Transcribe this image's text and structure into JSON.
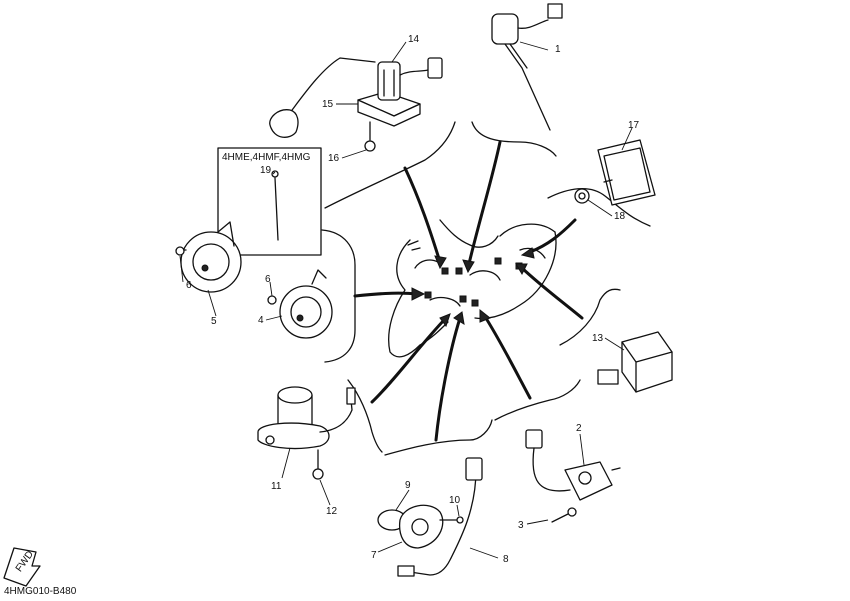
{
  "drawing_code": "4HMG010-B480",
  "variant_box_label": "4HME,4HMF,4HMG",
  "fwd_label": "FWD",
  "callouts": {
    "c1": "1",
    "c2": "2",
    "c3": "3",
    "c4": "4",
    "c5": "5",
    "c6a": "6",
    "c6b": "6",
    "c7": "7",
    "c8": "8",
    "c9": "9",
    "c10": "10",
    "c11": "11",
    "c12": "12",
    "c13": "13",
    "c14": "14",
    "c15": "15",
    "c16": "16",
    "c17": "17",
    "c18": "18",
    "c19": "19"
  }
}
